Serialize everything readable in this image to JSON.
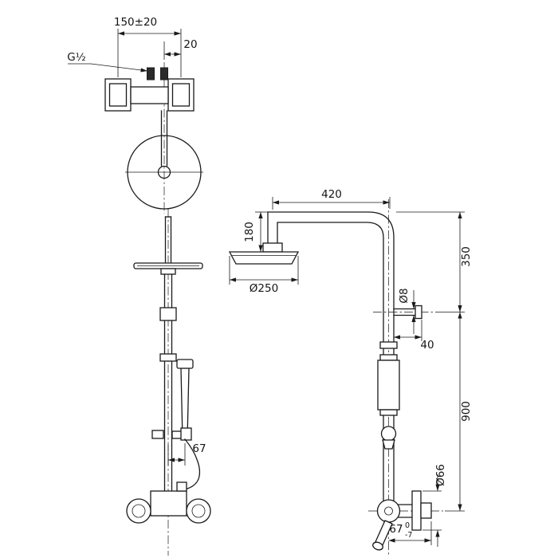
{
  "style": {
    "background": "#ffffff",
    "line_color": "#1a1a1a",
    "text_color": "#151515"
  },
  "top_view": {
    "union_spacing": "150±20",
    "eccentric_offset": "20",
    "thread_label": "G½"
  },
  "front_view": {
    "hand_shower_offset": "67"
  },
  "side_view": {
    "arm_length": "420",
    "arm_drop": "180",
    "head_diameter": "Ø250",
    "outlet_diameter": "Ø8",
    "outlet_length": "40",
    "upper_height": "350",
    "column_height": "900",
    "escutcheon_diameter": "Ø66",
    "wall_distance": "67",
    "wall_distance_tol_upper": "0",
    "wall_distance_tol_lower": "-7"
  }
}
